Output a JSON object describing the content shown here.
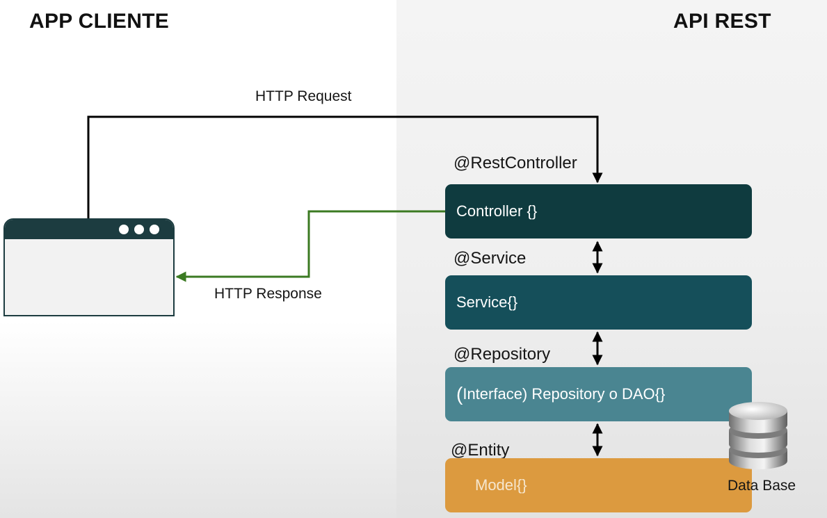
{
  "headings": {
    "client": "APP CLIENTE",
    "api": "API REST"
  },
  "flows": {
    "request": "HTTP Request",
    "response": "HTTP Response"
  },
  "layers": [
    {
      "annotation": "@RestController",
      "label": "Controller {}",
      "color": "#0f3b3f"
    },
    {
      "annotation": "@Service",
      "label": "Service{}",
      "color": "#154f5a"
    },
    {
      "annotation": "@Repository",
      "paren_open": "(",
      "label": "Interface)  Repository o DAO{}",
      "color": "#4a8591"
    },
    {
      "annotation": "@Entity",
      "label": "Model{}",
      "color": "#dc9a3f"
    }
  ],
  "database": {
    "label": "Data Base",
    "icon": "database-icon"
  },
  "client_icon": "browser-window-icon",
  "colors": {
    "request_line": "#000000",
    "response_line": "#3b7a22"
  }
}
